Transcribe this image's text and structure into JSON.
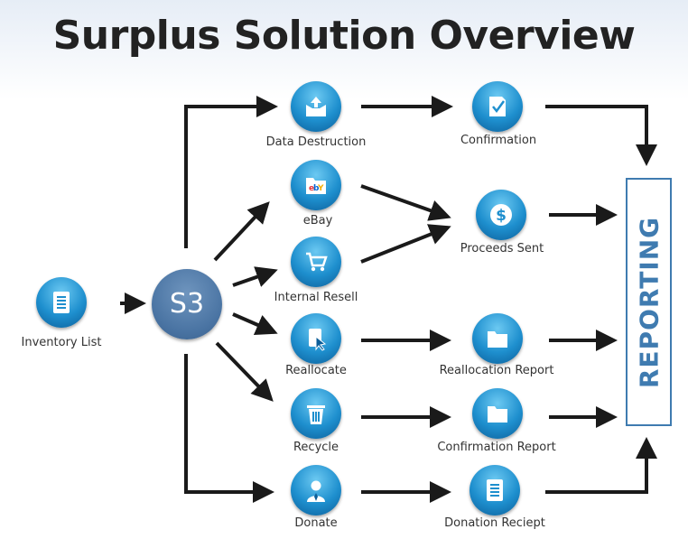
{
  "title": "Surplus Solution Overview",
  "hub": {
    "label": "S3"
  },
  "reporting": {
    "label": "REPORTING"
  },
  "colors": {
    "node_blue": "#1e8fce",
    "hub_blue": "#4a74a3",
    "reporting_blue": "#3f7bb0",
    "arrow": "#1a1a1a"
  },
  "nodes": {
    "inventory_list": {
      "label": "Inventory List",
      "icon": "document-list-icon"
    },
    "data_destruction": {
      "label": "Data Destruction",
      "icon": "tray-upload-icon"
    },
    "ebay": {
      "label": "eBay",
      "icon": "ebay-folder-icon"
    },
    "internal_resell": {
      "label": "Internal Resell",
      "icon": "shopping-cart-icon"
    },
    "reallocate": {
      "label": "Reallocate",
      "icon": "page-cursor-icon"
    },
    "recycle": {
      "label": "Recycle",
      "icon": "trash-can-icon"
    },
    "donate": {
      "label": "Donate",
      "icon": "person-icon"
    },
    "confirmation": {
      "label": "Confirmation",
      "icon": "checkmark-page-icon"
    },
    "proceeds_sent": {
      "label": "Proceeds Sent",
      "icon": "dollar-icon"
    },
    "reallocation_report": {
      "label": "Reallocation Report",
      "icon": "folder-icon"
    },
    "confirmation_report": {
      "label": "Confirmation Report",
      "icon": "folder-icon"
    },
    "donation_reciept": {
      "label": "Donation Reciept",
      "icon": "document-list-icon"
    }
  }
}
